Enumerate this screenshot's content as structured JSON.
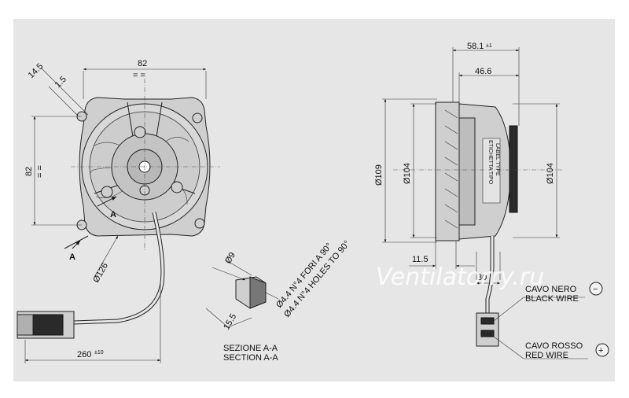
{
  "watermark": "Ventilatorry.ru",
  "front_view": {
    "dims": {
      "top_width": "82",
      "top_width_mark": "= =",
      "side_height": "82",
      "side_height_mark": "= =",
      "diag_14_5": "14.5",
      "diag_1_5": "1.5",
      "diameter": "Ø126",
      "cable_length": "260",
      "cable_tol": "±10"
    },
    "section_marks": [
      "A",
      "A"
    ]
  },
  "section_view": {
    "dim_d9": "Ø9",
    "dim_15_5": "15.5",
    "holes_it": "Ø4.4 N°4 FORI A 90°",
    "holes_en": "Ø4.4 N°4 HOLES TO 90°",
    "title_it": "SEZIONE A-A",
    "title_en": "SECTION A-A"
  },
  "side_view": {
    "depth_total": "58.1",
    "depth_tol": "±1",
    "depth_body": "46.6",
    "d109": "Ø109",
    "d104_left": "Ø104",
    "d104_right": "Ø104",
    "dim_11_5": "11.5",
    "dim_30": "30",
    "label_it": "ETICHETTA TIPO",
    "label_en": "LABEL TYPE"
  },
  "wires": {
    "black_it": "CAVO NERO",
    "black_en": "BLACK WIRE",
    "black_sign": "−",
    "red_it": "CAVO ROSSO",
    "red_en": "RED WIRE",
    "red_sign": "+"
  }
}
